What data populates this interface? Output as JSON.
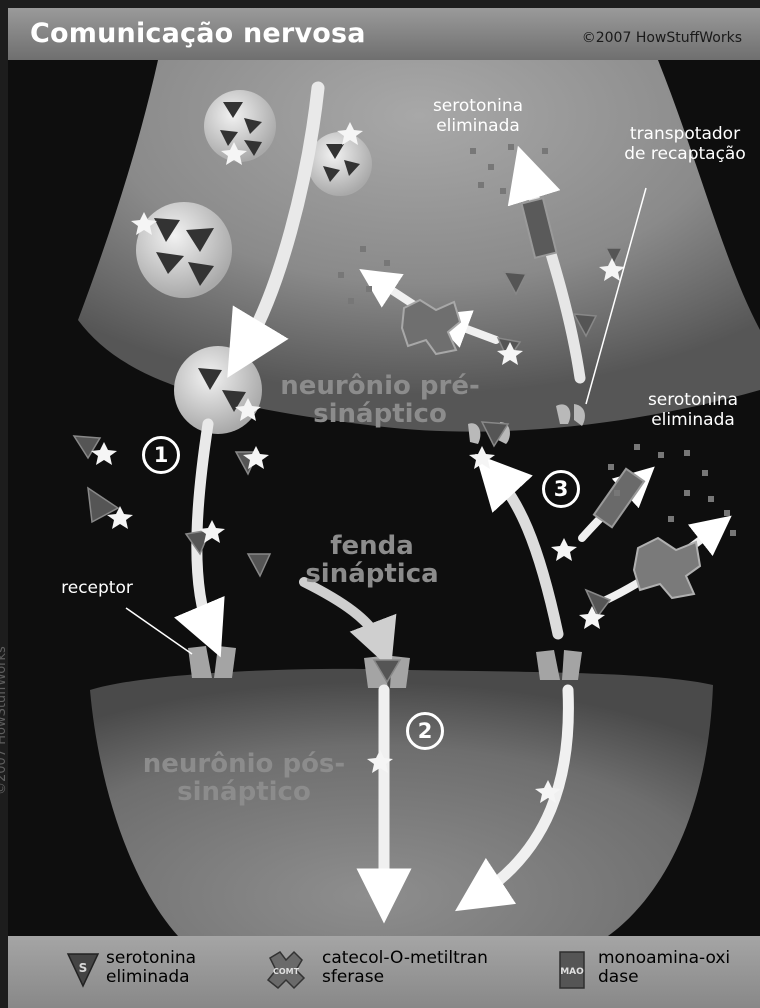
{
  "header": {
    "title": "Comunicação nervosa",
    "credit": "©2007 HowStuffWorks"
  },
  "labels": {
    "serotonin_top": "serotonina\neliminada",
    "transporter": "transpotador\nde recaptação",
    "presynaptic": "neurônio\npré-sináptico",
    "serotonin_right": "serotonina\neliminada",
    "receptor": "receptor",
    "cleft": "fenda\nsináptica",
    "postsynaptic": "neurônio\npós-sináptico",
    "side_credit": "©2007 HowStuffWorks"
  },
  "steps": [
    "1",
    "2",
    "3"
  ],
  "molecule_marks": {
    "serotonin": "S",
    "comt": "COMT",
    "mao": "MAO"
  },
  "legend": [
    {
      "icon": "serotonin-triangle-icon",
      "text": "serotonina\neliminada"
    },
    {
      "icon": "comt-enzyme-icon",
      "text": "catecol-O-metiltran\nsferase"
    },
    {
      "icon": "mao-enzyme-icon",
      "text": "monoamina-oxi\ndase"
    }
  ],
  "colors": {
    "background": "#0e0e0e",
    "title_bar": "#7f7f7f",
    "neuron": "#8a8a8a",
    "arrow": "#ffffff"
  }
}
